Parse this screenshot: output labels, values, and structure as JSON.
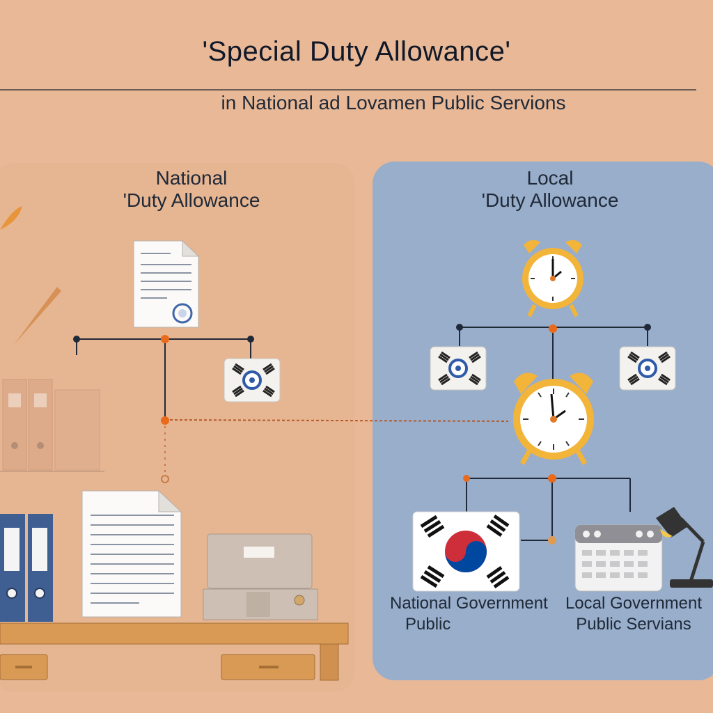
{
  "title": "'Special Duty Allowance'",
  "subtitle": "in National ad Lovamen Public Servions",
  "left_panel": {
    "heading_line1": "National",
    "heading_line2": "'Duty Allowance"
  },
  "right_panel": {
    "heading_line1": "Local",
    "heading_line2": "'Duty Allowance"
  },
  "captions": {
    "national_line1": "National Government",
    "national_line2": "Public",
    "local_line1": "Local Government",
    "local_line2": "Public Servians"
  },
  "icons": {
    "document": "document-icon",
    "certificate": "certificate-icon",
    "alarm_clock": "alarm-clock-icon",
    "korean_flag": "korean-flag-icon",
    "binder": "binder-icon",
    "computer": "computer-icon",
    "calendar": "calendar-icon",
    "desk_lamp": "desk-lamp-icon",
    "desk": "desk-icon"
  },
  "colors": {
    "background": "#e8b897",
    "left_panel": "#e6b592",
    "right_panel": "#98aecb",
    "connector_dot": "#ea6a1c",
    "clock_frame": "#f3b43a",
    "binder_blue": "#3f5f93",
    "desk_wood": "#d89a55"
  }
}
